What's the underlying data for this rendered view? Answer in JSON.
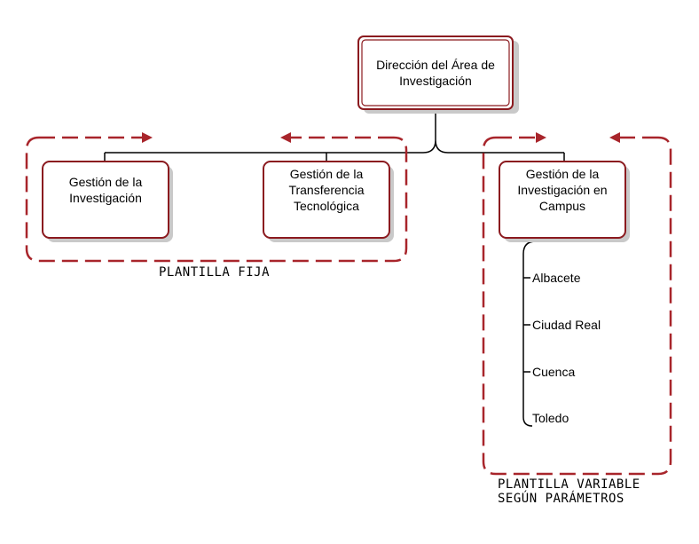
{
  "colors": {
    "border": "#8b1a1f",
    "dash": "#a8252b",
    "line": "#000000",
    "shadow": "#c9c9c9"
  },
  "nodes": {
    "root": "Dirección del Área de\nInvestigación",
    "gestion_investigacion": "Gestión de la\nInvestigación",
    "gestion_transferencia": "Gestión de la\nTransferencia\nTecnológica",
    "gestion_campus": "Gestión de la\nInvestigación en\nCampus"
  },
  "campus_list": [
    "Albacete",
    "Ciudad Real",
    "Cuenca",
    "Toledo"
  ],
  "groups": {
    "fixed_label": "PLANTILLA FIJA",
    "variable_label": "PLANTILLA VARIABLE\nSEGÚN PARÁMETROS"
  }
}
